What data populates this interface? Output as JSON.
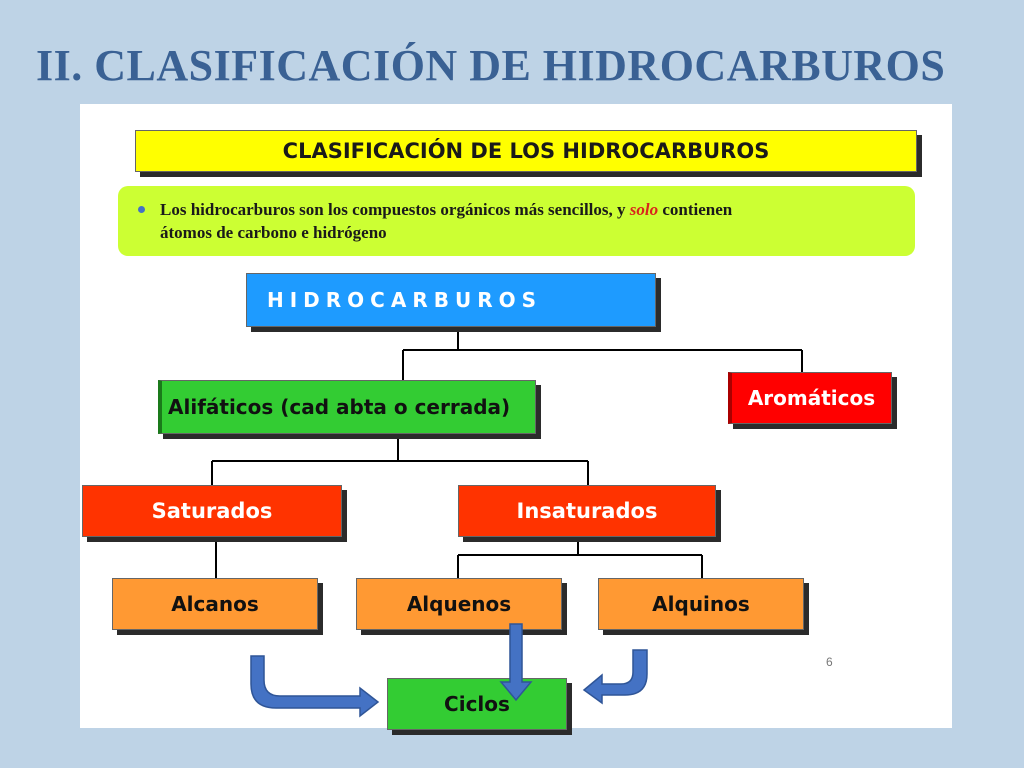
{
  "slide": {
    "title": "II. CLASIFICACIÓN DE HIDROCARBUROS",
    "banner": "CLASIFICACIÓN DE LOS HIDROCARBUROS",
    "description": {
      "before": "Los hidrocarburos son los compuestos orgánicos más sencillos, y ",
      "emphasis": "solo",
      "after": " contienen",
      "line2": "átomos de carbono e hidrógeno"
    },
    "slide_number": "6"
  },
  "diagram": {
    "root": "HIDROCARBUROS",
    "aliphatic": "Alifáticos (cad abta o cerrada)",
    "aromatic": "Aromáticos",
    "saturated": "Saturados",
    "unsaturated": "Insaturados",
    "alkanes": "Alcanos",
    "alkenes": "Alquenos",
    "alkynes": "Alquinos",
    "cycles": "Ciclos"
  },
  "colors": {
    "title": "#3a6194",
    "banner": "#ffff00",
    "description_bg": "#ccff33",
    "root": "#1e9bff",
    "green": "#33cc33",
    "red": "#ff0000",
    "orange_red": "#ff3300",
    "orange": "#ff9933",
    "arrow": "#4472c4"
  }
}
